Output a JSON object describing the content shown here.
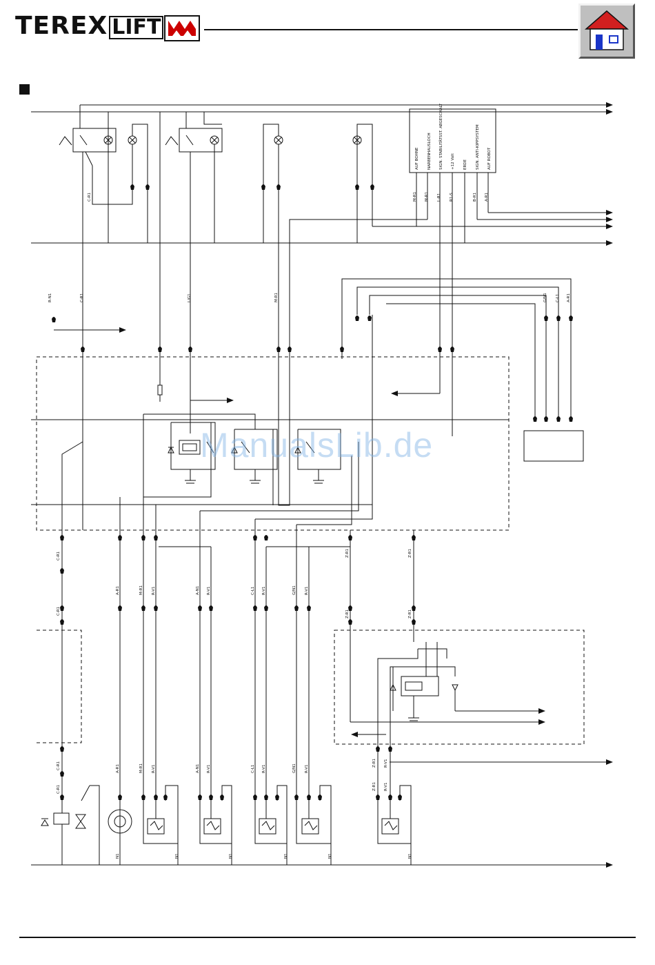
{
  "header": {
    "brand": "TEREX",
    "brand_suffix": "LIFT",
    "home_button_icon": "home-icon"
  },
  "watermark": "ManualsLib.de",
  "controller": {
    "labels": [
      "AUF BOHNE",
      "NARBENHAUSLOCH",
      "SIGN. STABILITÄTSST. ABGESCHALT",
      "+12 Volt",
      "ERDE",
      "SIGN. ANTI-KIPPSYSTEM",
      "AUF ROBOT"
    ]
  },
  "wire_labels_top": [
    "C-R1",
    "M-R1",
    "M-R1",
    "L-R1",
    "R1-S",
    "B-R1",
    "A-R1"
  ],
  "wire_labels_mid": [
    "R-N1",
    "C-R1",
    "L/G1",
    "M-R1",
    "G/N1",
    "C-L1",
    "A-R1"
  ],
  "wire_labels_low": [
    "C-R1",
    "C-R1",
    "A-R1",
    "M-R1",
    "R-V1",
    "A-N1",
    "R-V1",
    "C-L1",
    "R-V1",
    "G/N1",
    "R-V1",
    "Z-R1",
    "Z-R1",
    "Z-R1",
    "Z-R1"
  ],
  "wire_labels_bottom": [
    "C-R1",
    "C-R1",
    "A-R1",
    "M-R1",
    "R-V1",
    "A-N1",
    "R-V1",
    "C-L1",
    "R-V1",
    "G/N1",
    "R-V1",
    "Z-R1",
    "R-V1",
    "Z-R1",
    "R-V1"
  ],
  "ground_labels": [
    "N1",
    "N1",
    "N1",
    "N1",
    "N1",
    "N1"
  ],
  "icons": {
    "home": "home-icon",
    "section_marker": "square-bullet-icon"
  }
}
